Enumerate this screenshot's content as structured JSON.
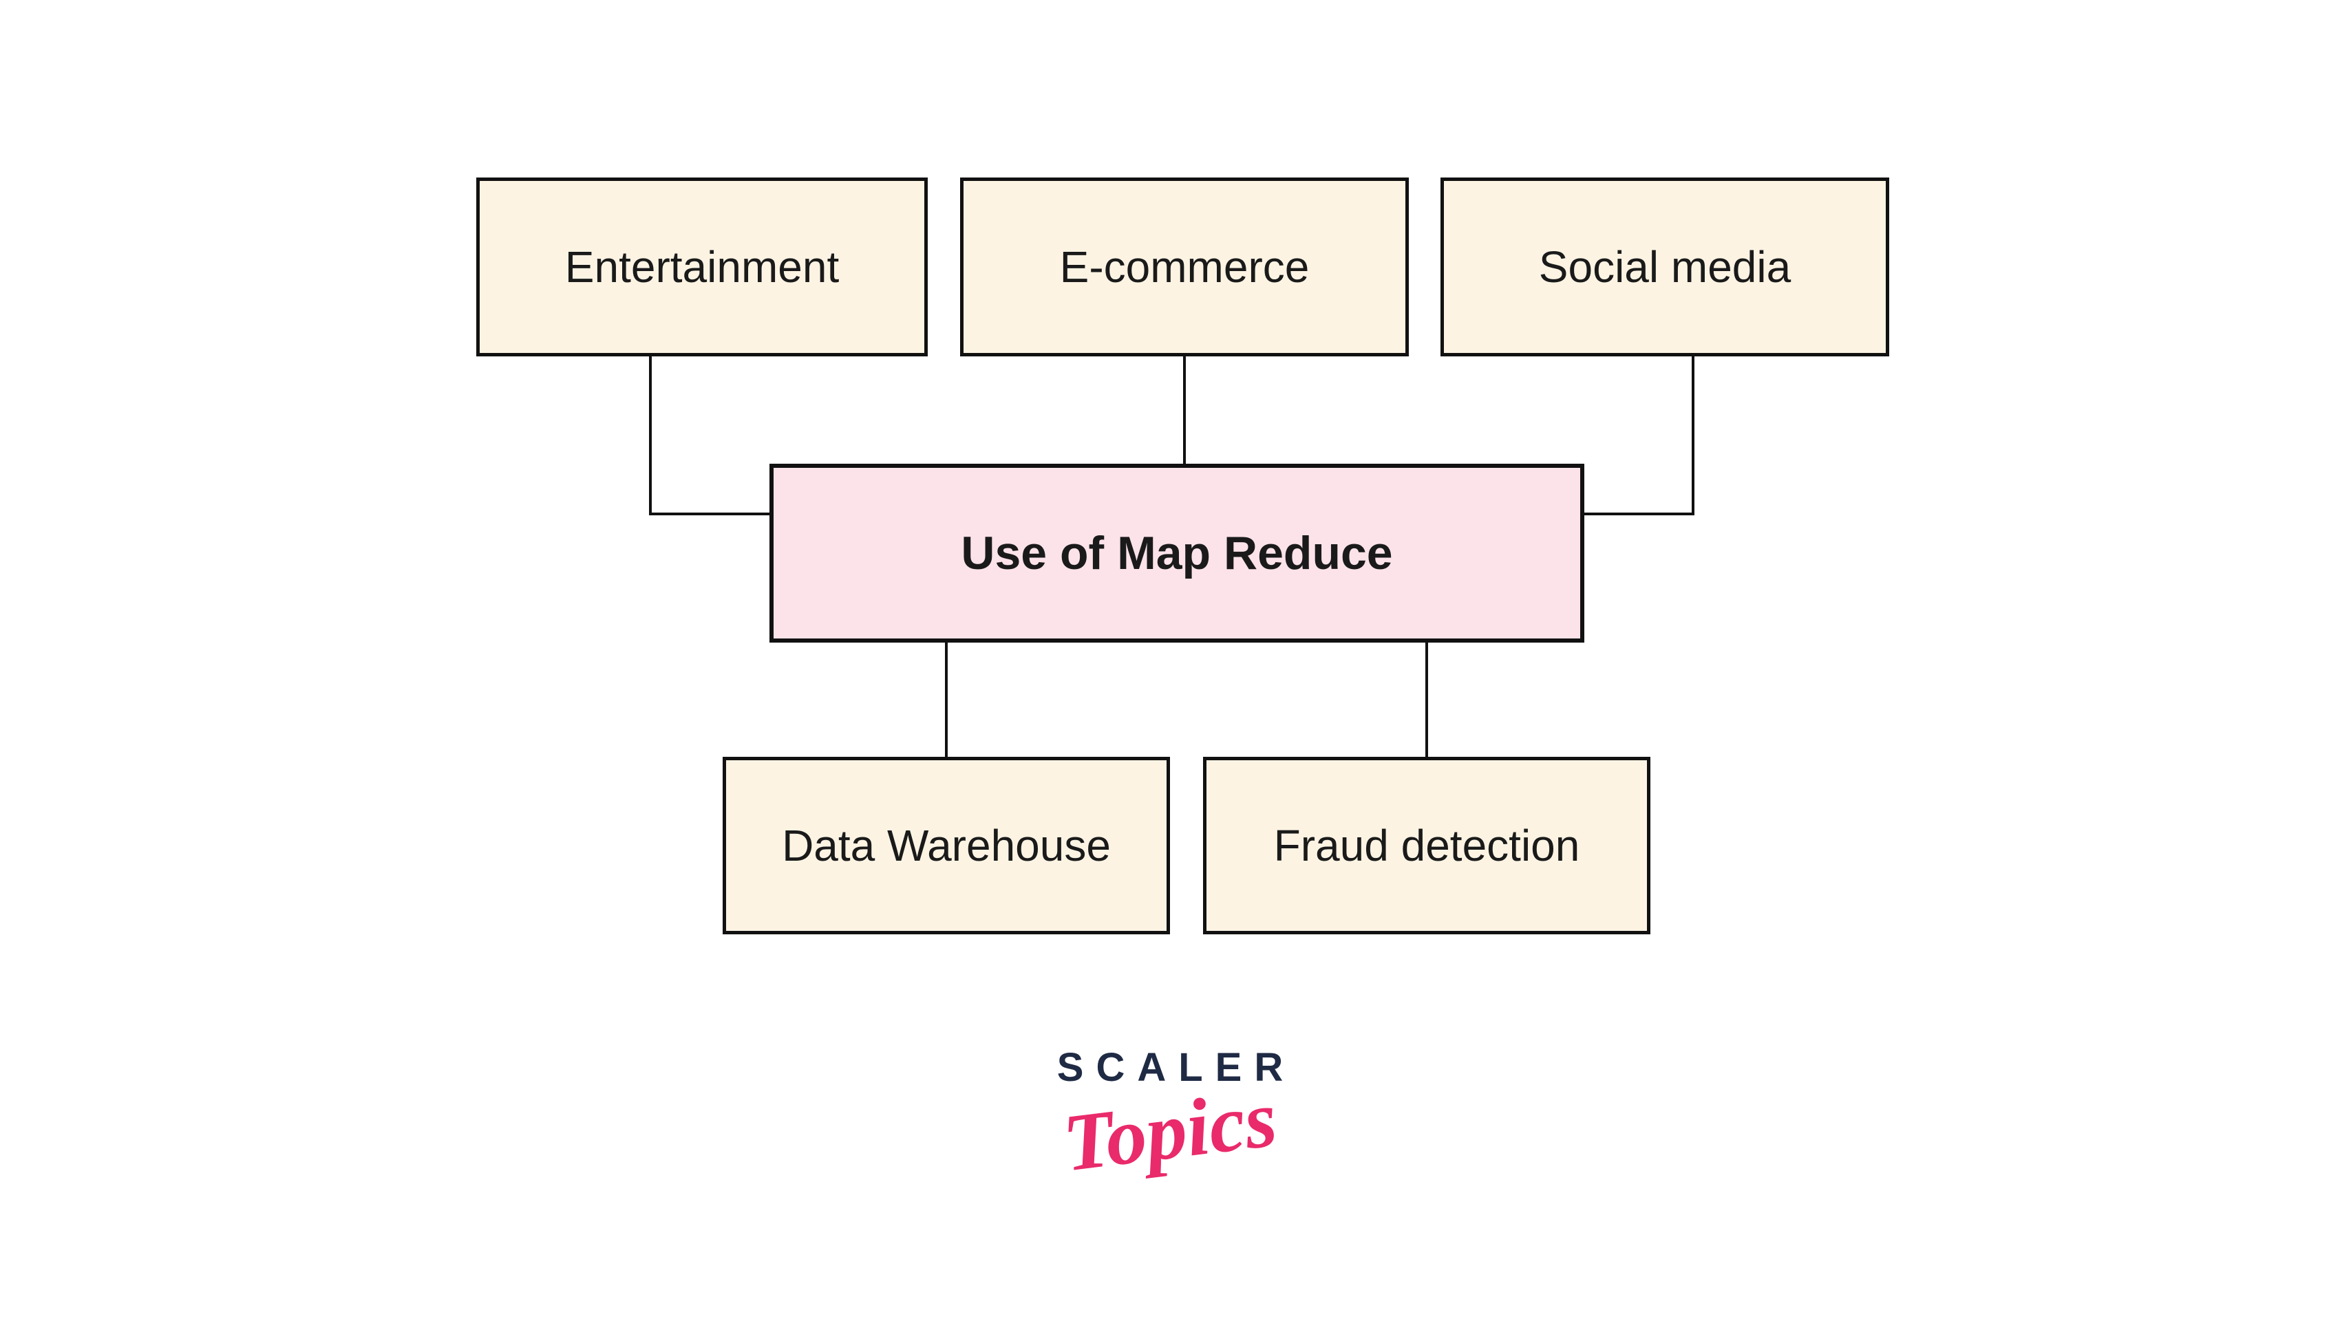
{
  "diagram": {
    "nodes": [
      {
        "id": "entertainment",
        "label": "Entertainment"
      },
      {
        "id": "e-commerce",
        "label": "E-commerce"
      },
      {
        "id": "social-media",
        "label": "Social media"
      },
      {
        "id": "use-of-map-reduce",
        "label": "Use of Map Reduce"
      },
      {
        "id": "data-warehouse",
        "label": "Data Warehouse"
      },
      {
        "id": "fraud-detection",
        "label": "Fraud detection"
      }
    ],
    "edges": [
      {
        "from": "entertainment",
        "to": "use-of-map-reduce"
      },
      {
        "from": "e-commerce",
        "to": "use-of-map-reduce"
      },
      {
        "from": "social-media",
        "to": "use-of-map-reduce"
      },
      {
        "from": "use-of-map-reduce",
        "to": "data-warehouse"
      },
      {
        "from": "use-of-map-reduce",
        "to": "fraud-detection"
      }
    ]
  },
  "logo": {
    "primary": "SCALER",
    "secondary": "Topics"
  },
  "colors": {
    "node_fill": "#fcf3e3",
    "center_fill": "#fce3e9",
    "border": "#111111",
    "line": "#111111",
    "text": "#1a1a1a",
    "logo_navy": "#1f2a44",
    "logo_pink": "#e92a6b",
    "background": "#ffffff"
  }
}
